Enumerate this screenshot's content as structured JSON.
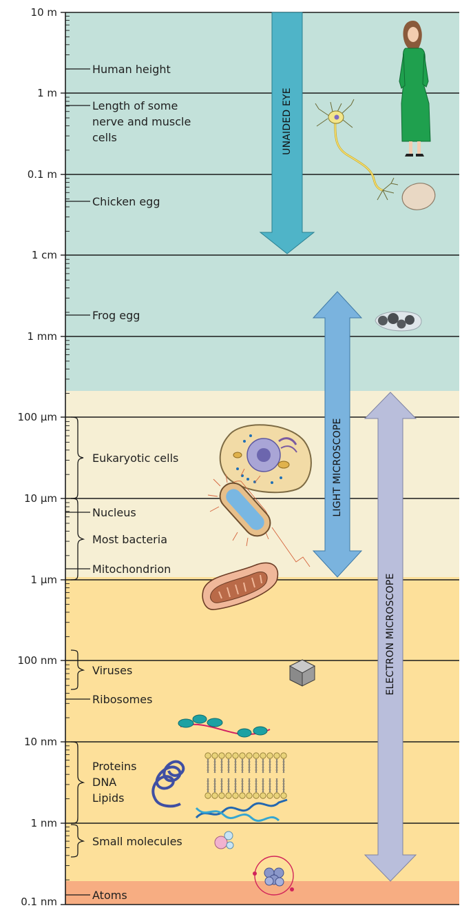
{
  "colors": {
    "unaided_band": "#c3e1da",
    "light_band": "#f6efd4",
    "electron_band": "#fde09a",
    "atom_band": "#f7ad82",
    "unaided_arrow": "#4fb4c8",
    "light_arrow": "#7ab3de",
    "electron_arrow": "#b9bedb"
  },
  "scale_labels": [
    "10 m",
    "1 m",
    "0.1 m",
    "1 cm",
    "1 mm",
    "100 μm",
    "10 μm",
    "1 μm",
    "100 nm",
    "10 nm",
    "1 nm",
    "0.1 nm"
  ],
  "items": [
    {
      "id": "human",
      "label": "Human height"
    },
    {
      "id": "nerve",
      "label": "Length of some nerve and muscle cells"
    },
    {
      "id": "chicken",
      "label": "Chicken egg"
    },
    {
      "id": "frog",
      "label": "Frog egg"
    },
    {
      "id": "eukaryotic",
      "label": "Eukaryotic cells"
    },
    {
      "id": "nucleus",
      "label": "Nucleus"
    },
    {
      "id": "bacteria",
      "label": "Most bacteria"
    },
    {
      "id": "mito",
      "label": "Mitochondrion"
    },
    {
      "id": "viruses",
      "label": "Viruses"
    },
    {
      "id": "ribosomes",
      "label": "Ribosomes"
    },
    {
      "id": "proteins",
      "label": "Proteins"
    },
    {
      "id": "dna",
      "label": "DNA"
    },
    {
      "id": "lipids",
      "label": "Lipids"
    },
    {
      "id": "small",
      "label": "Small molecules"
    },
    {
      "id": "atoms",
      "label": "Atoms"
    }
  ],
  "arrows": {
    "unaided": "UNAIDED EYE",
    "light": "LIGHT MICROSCOPE",
    "electron": "ELECTRON MICROSCOPE"
  },
  "icons": [
    "human-figure-icon",
    "neuron-icon",
    "chicken-egg-icon",
    "frog-eggs-icon",
    "animal-cell-icon",
    "bacterium-icon",
    "mitochondrion-icon",
    "virus-icon",
    "ribosomes-icon",
    "protein-icon",
    "lipid-bilayer-icon",
    "dna-helix-icon",
    "small-molecule-icon",
    "atom-icon"
  ]
}
